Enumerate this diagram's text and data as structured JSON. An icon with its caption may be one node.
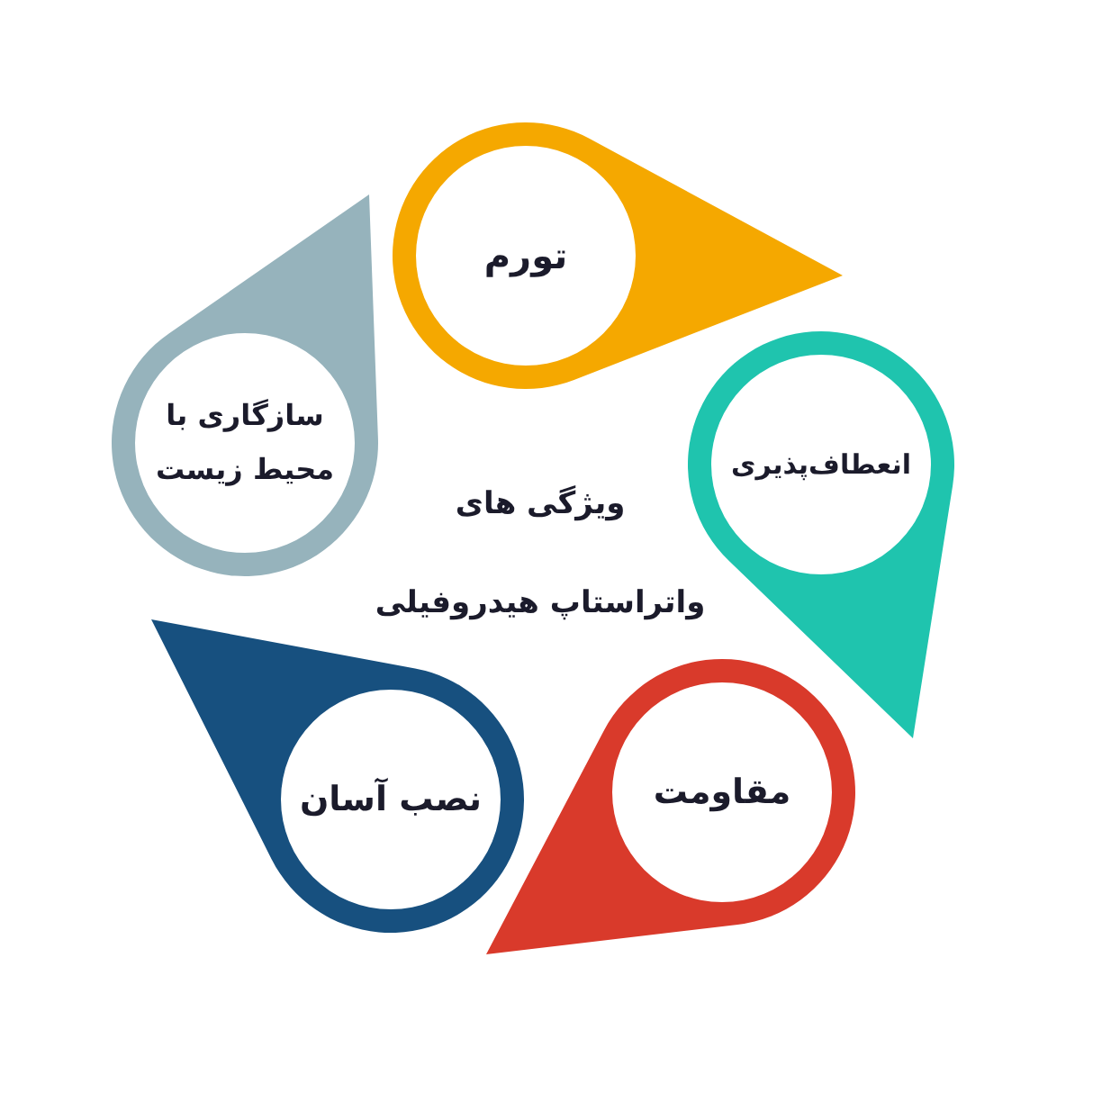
{
  "diagram": {
    "nodes": [
      {
        "text": [
          "تورم"
        ]
      },
      {
        "text": [
          "انعطاف‌پذیری"
        ]
      },
      {
        "text": [
          "مقاومت"
        ]
      },
      {
        "text": [
          "نصب آسان"
        ]
      },
      {
        "text": [
          "سازگاری با محیط زیست"
        ]
      }
    ],
    "labels": [
      "ویژگی های",
      "واتراستاپ هیدروفیلی"
    ]
  }
}
